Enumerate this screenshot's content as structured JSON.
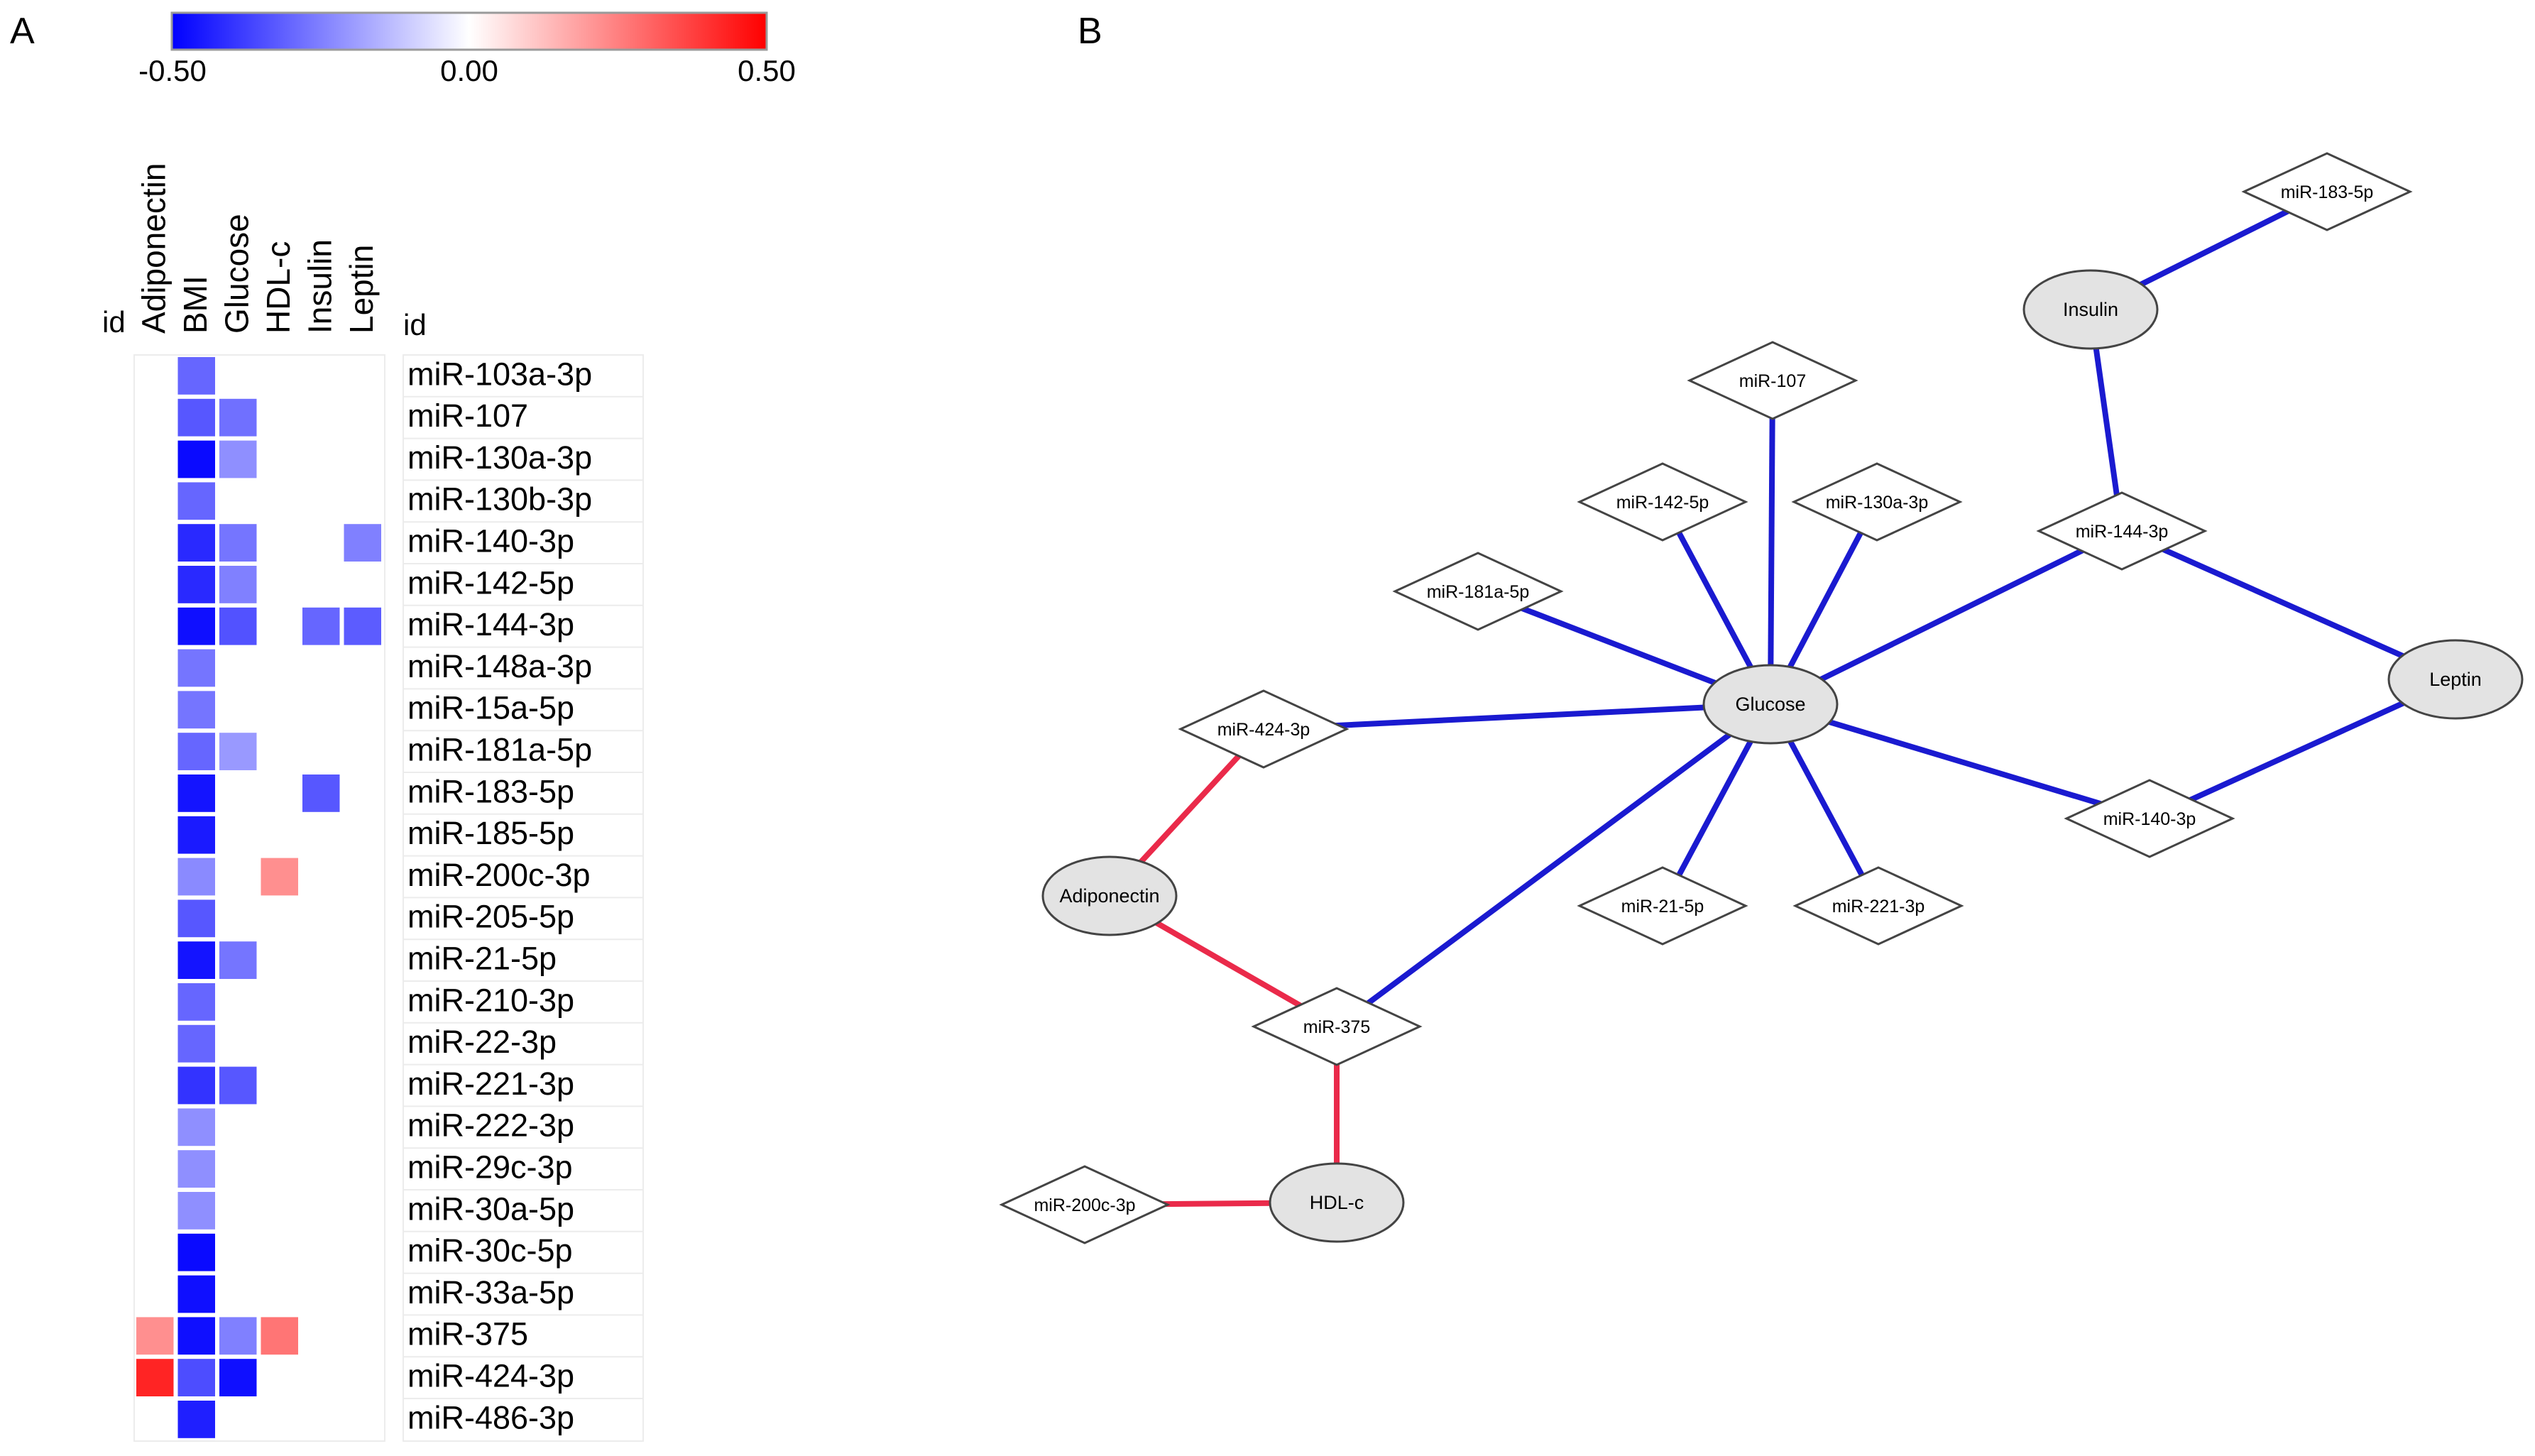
{
  "panels": {
    "a": "A",
    "b": "B"
  },
  "colorbar": {
    "min_label": "-0.50",
    "mid_label": "0.00",
    "max_label": "0.50",
    "min": -0.5,
    "max": 0.5,
    "colors": {
      "low": "#0000ff",
      "mid": "#ffffff",
      "high": "#ff0000"
    }
  },
  "heatmap": {
    "left_id_label": "id",
    "right_id_label": "id",
    "columns": [
      "Adiponectin",
      "BMI",
      "Glucose",
      "HDL-c",
      "Insulin",
      "Leptin"
    ],
    "rows": [
      "miR-103a-3p",
      "miR-107",
      "miR-130a-3p",
      "miR-130b-3p",
      "miR-140-3p",
      "miR-142-5p",
      "miR-144-3p",
      "miR-148a-3p",
      "miR-15a-5p",
      "miR-181a-5p",
      "miR-183-5p",
      "miR-185-5p",
      "miR-200c-3p",
      "miR-205-5p",
      "miR-21-5p",
      "miR-210-3p",
      "miR-22-3p",
      "miR-221-3p",
      "miR-222-3p",
      "miR-29c-3p",
      "miR-30a-5p",
      "miR-30c-5p",
      "miR-33a-5p",
      "miR-375",
      "miR-424-3p",
      "miR-486-3p"
    ],
    "values": [
      [
        0,
        -0.3,
        0,
        0,
        0,
        0
      ],
      [
        0,
        -0.33,
        -0.28,
        0,
        0,
        0
      ],
      [
        0,
        -0.48,
        -0.22,
        0,
        0,
        0
      ],
      [
        0,
        -0.3,
        0,
        0,
        0,
        0
      ],
      [
        0,
        -0.42,
        -0.27,
        0,
        0,
        -0.25
      ],
      [
        0,
        -0.42,
        -0.25,
        0,
        0,
        0
      ],
      [
        0,
        -0.47,
        -0.34,
        0,
        -0.3,
        -0.32
      ],
      [
        0,
        -0.27,
        0,
        0,
        0,
        0
      ],
      [
        0,
        -0.27,
        0,
        0,
        0,
        0
      ],
      [
        0,
        -0.3,
        -0.2,
        0,
        0,
        0
      ],
      [
        0,
        -0.46,
        0,
        0,
        -0.33,
        0
      ],
      [
        0,
        -0.45,
        0,
        0,
        0,
        0
      ],
      [
        0,
        -0.23,
        0,
        0.22,
        0,
        0
      ],
      [
        0,
        -0.33,
        0,
        0,
        0,
        0
      ],
      [
        0,
        -0.46,
        -0.27,
        0,
        0,
        0
      ],
      [
        0,
        -0.3,
        0,
        0,
        0,
        0
      ],
      [
        0,
        -0.3,
        0,
        0,
        0,
        0
      ],
      [
        0,
        -0.4,
        -0.33,
        0,
        0,
        0
      ],
      [
        0,
        -0.22,
        0,
        0,
        0,
        0
      ],
      [
        0,
        -0.22,
        0,
        0,
        0,
        0
      ],
      [
        0,
        -0.22,
        0,
        0,
        0,
        0
      ],
      [
        0,
        -0.48,
        0,
        0,
        0,
        0
      ],
      [
        0,
        -0.47,
        0,
        0,
        0,
        0
      ],
      [
        0.22,
        -0.47,
        -0.25,
        0.27,
        0,
        0
      ],
      [
        0.43,
        -0.35,
        -0.47,
        0,
        0,
        0
      ],
      [
        0,
        -0.44,
        0,
        0,
        0,
        0
      ]
    ]
  },
  "network": {
    "colors": {
      "negative": "#1a1ad0",
      "positive": "#ea2a4a",
      "ellipse_fill": "#e3e3e3"
    },
    "nodes": [
      {
        "id": "insulin",
        "label": "Insulin",
        "shape": "ellipse"
      },
      {
        "id": "glucose",
        "label": "Glucose",
        "shape": "ellipse"
      },
      {
        "id": "leptin",
        "label": "Leptin",
        "shape": "ellipse"
      },
      {
        "id": "adiponectin",
        "label": "Adiponectin",
        "shape": "ellipse"
      },
      {
        "id": "hdlc",
        "label": "HDL-c",
        "shape": "ellipse"
      },
      {
        "id": "m183",
        "label": "miR-183-5p",
        "shape": "diamond"
      },
      {
        "id": "m107",
        "label": "miR-107",
        "shape": "diamond"
      },
      {
        "id": "m142",
        "label": "miR-142-5p",
        "shape": "diamond"
      },
      {
        "id": "m130a",
        "label": "miR-130a-3p",
        "shape": "diamond"
      },
      {
        "id": "m144",
        "label": "miR-144-3p",
        "shape": "diamond"
      },
      {
        "id": "m181a",
        "label": "miR-181a-5p",
        "shape": "diamond"
      },
      {
        "id": "m424",
        "label": "miR-424-3p",
        "shape": "diamond"
      },
      {
        "id": "m140",
        "label": "miR-140-3p",
        "shape": "diamond"
      },
      {
        "id": "m21",
        "label": "miR-21-5p",
        "shape": "diamond"
      },
      {
        "id": "m221",
        "label": "miR-221-3p",
        "shape": "diamond"
      },
      {
        "id": "m375",
        "label": "miR-375",
        "shape": "diamond"
      },
      {
        "id": "m200c",
        "label": "miR-200c-3p",
        "shape": "diamond"
      }
    ],
    "edges": [
      {
        "from": "insulin",
        "to": "m183",
        "sign": "negative"
      },
      {
        "from": "insulin",
        "to": "m144",
        "sign": "negative"
      },
      {
        "from": "glucose",
        "to": "m107",
        "sign": "negative"
      },
      {
        "from": "glucose",
        "to": "m142",
        "sign": "negative"
      },
      {
        "from": "glucose",
        "to": "m130a",
        "sign": "negative"
      },
      {
        "from": "glucose",
        "to": "m144",
        "sign": "negative"
      },
      {
        "from": "glucose",
        "to": "m181a",
        "sign": "negative"
      },
      {
        "from": "glucose",
        "to": "m424",
        "sign": "negative"
      },
      {
        "from": "glucose",
        "to": "m140",
        "sign": "negative"
      },
      {
        "from": "glucose",
        "to": "m21",
        "sign": "negative"
      },
      {
        "from": "glucose",
        "to": "m221",
        "sign": "negative"
      },
      {
        "from": "glucose",
        "to": "m375",
        "sign": "negative"
      },
      {
        "from": "leptin",
        "to": "m144",
        "sign": "negative"
      },
      {
        "from": "leptin",
        "to": "m140",
        "sign": "negative"
      },
      {
        "from": "adiponectin",
        "to": "m424",
        "sign": "positive"
      },
      {
        "from": "adiponectin",
        "to": "m375",
        "sign": "positive"
      },
      {
        "from": "hdlc",
        "to": "m375",
        "sign": "positive"
      },
      {
        "from": "hdlc",
        "to": "m200c",
        "sign": "positive"
      }
    ]
  }
}
